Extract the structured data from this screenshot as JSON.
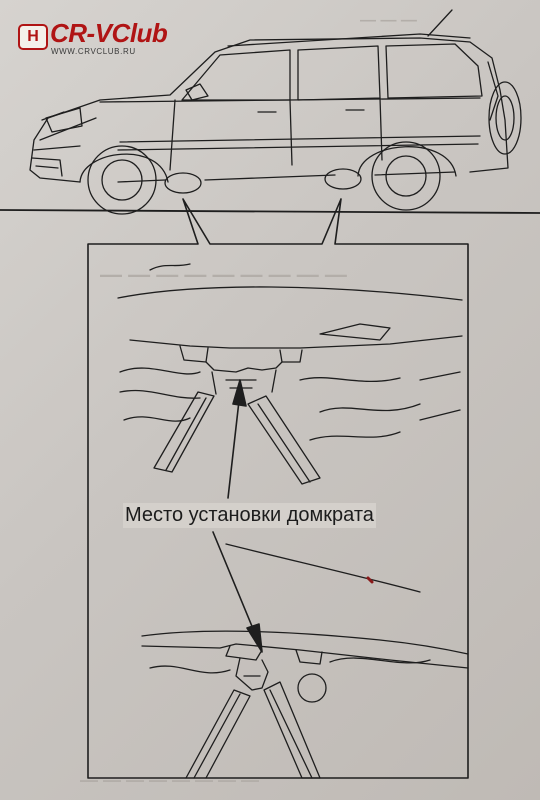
{
  "logo": {
    "badge": "H",
    "name": "CR-VClub",
    "url": "WWW.CRVCLUB.RU"
  },
  "figure": {
    "caption": "Место установки домкрата"
  }
}
